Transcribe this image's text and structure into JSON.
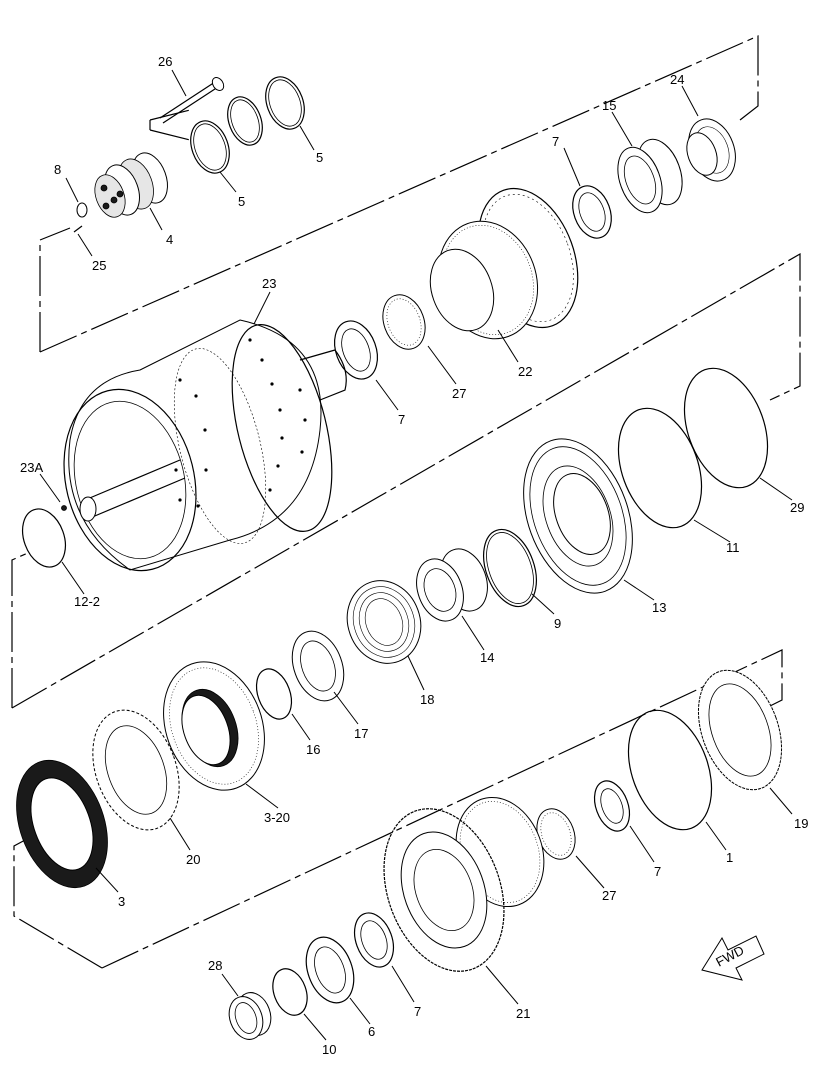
{
  "callouts": [
    {
      "id": "c-26",
      "label": "26"
    },
    {
      "id": "c-5a",
      "label": "5"
    },
    {
      "id": "c-5b",
      "label": "5"
    },
    {
      "id": "c-8",
      "label": "8"
    },
    {
      "id": "c-4",
      "label": "4"
    },
    {
      "id": "c-25",
      "label": "25"
    },
    {
      "id": "c-24",
      "label": "24"
    },
    {
      "id": "c-15",
      "label": "15"
    },
    {
      "id": "c-7a",
      "label": "7"
    },
    {
      "id": "c-23",
      "label": "23"
    },
    {
      "id": "c-22",
      "label": "22"
    },
    {
      "id": "c-27a",
      "label": "27"
    },
    {
      "id": "c-7b",
      "label": "7"
    },
    {
      "id": "c-23A",
      "label": "23A"
    },
    {
      "id": "c-29",
      "label": "29"
    },
    {
      "id": "c-11",
      "label": "11"
    },
    {
      "id": "c-12-2",
      "label": "12-2"
    },
    {
      "id": "c-13",
      "label": "13"
    },
    {
      "id": "c-9",
      "label": "9"
    },
    {
      "id": "c-14",
      "label": "14"
    },
    {
      "id": "c-18",
      "label": "18"
    },
    {
      "id": "c-17",
      "label": "17"
    },
    {
      "id": "c-16",
      "label": "16"
    },
    {
      "id": "c-3-20",
      "label": "3-20"
    },
    {
      "id": "c-20",
      "label": "20"
    },
    {
      "id": "c-3",
      "label": "3"
    },
    {
      "id": "c-19",
      "label": "19"
    },
    {
      "id": "c-1",
      "label": "1"
    },
    {
      "id": "c-7c",
      "label": "7"
    },
    {
      "id": "c-27b",
      "label": "27"
    },
    {
      "id": "c-21",
      "label": "21"
    },
    {
      "id": "c-7d",
      "label": "7"
    },
    {
      "id": "c-6",
      "label": "6"
    },
    {
      "id": "c-10",
      "label": "10"
    },
    {
      "id": "c-28",
      "label": "28"
    }
  ],
  "fwd_label": "FWD"
}
